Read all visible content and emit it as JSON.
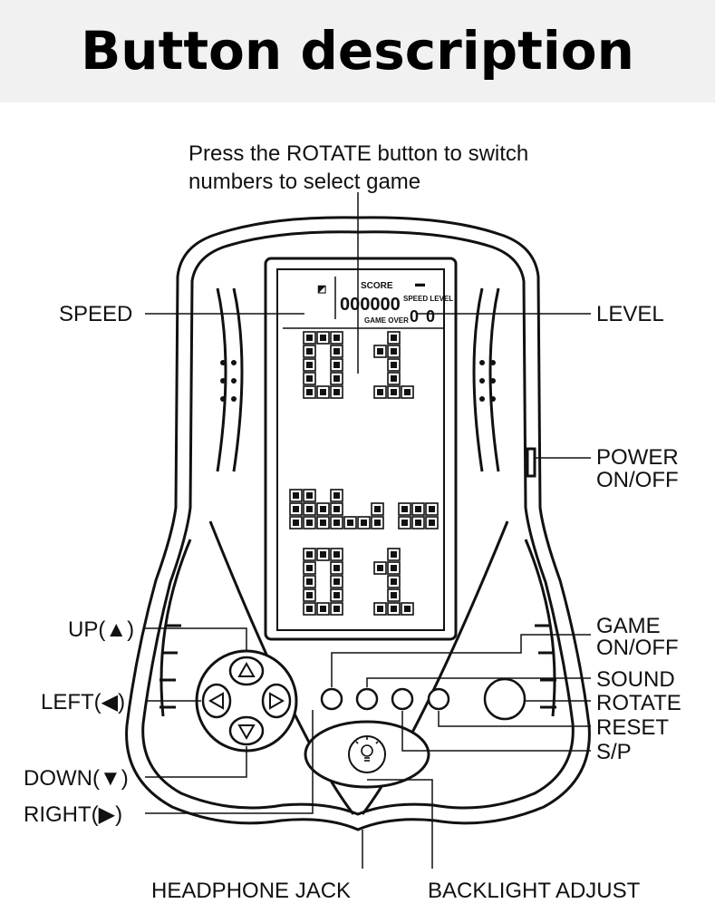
{
  "title": "Button description",
  "top_note": {
    "line1": "Press the ROTATE button to switch",
    "line2": "numbers to select game"
  },
  "labels": {
    "speed": "SPEED",
    "level": "LEVEL",
    "power_line1": "POWER",
    "power_line2": "ON/OFF",
    "game_line1": "GAME",
    "game_line2": "ON/OFF",
    "sound": "SOUND",
    "rotate": "ROTATE",
    "reset": "RESET",
    "sp": "S/P",
    "up": "UP(▲)",
    "left": "LEFT(◀)",
    "down": "DOWN(▼)",
    "right": "RIGHT(▶)",
    "headphone": "HEADPHONE JACK",
    "backlight": "BACKLIGHT ADJUST"
  },
  "screen": {
    "score_label": "SCORE",
    "score_value": "000000",
    "speed_level_label": "SPEED LEVEL",
    "speed_value": "0",
    "level_value": "0",
    "game_over_label": "GAME OVER",
    "game_number": "01",
    "speed_number": "01"
  },
  "icons": {
    "up": "up-triangle-icon",
    "down": "down-triangle-icon",
    "left": "left-triangle-icon",
    "right": "right-triangle-icon",
    "backlight": "lightbulb-icon"
  }
}
